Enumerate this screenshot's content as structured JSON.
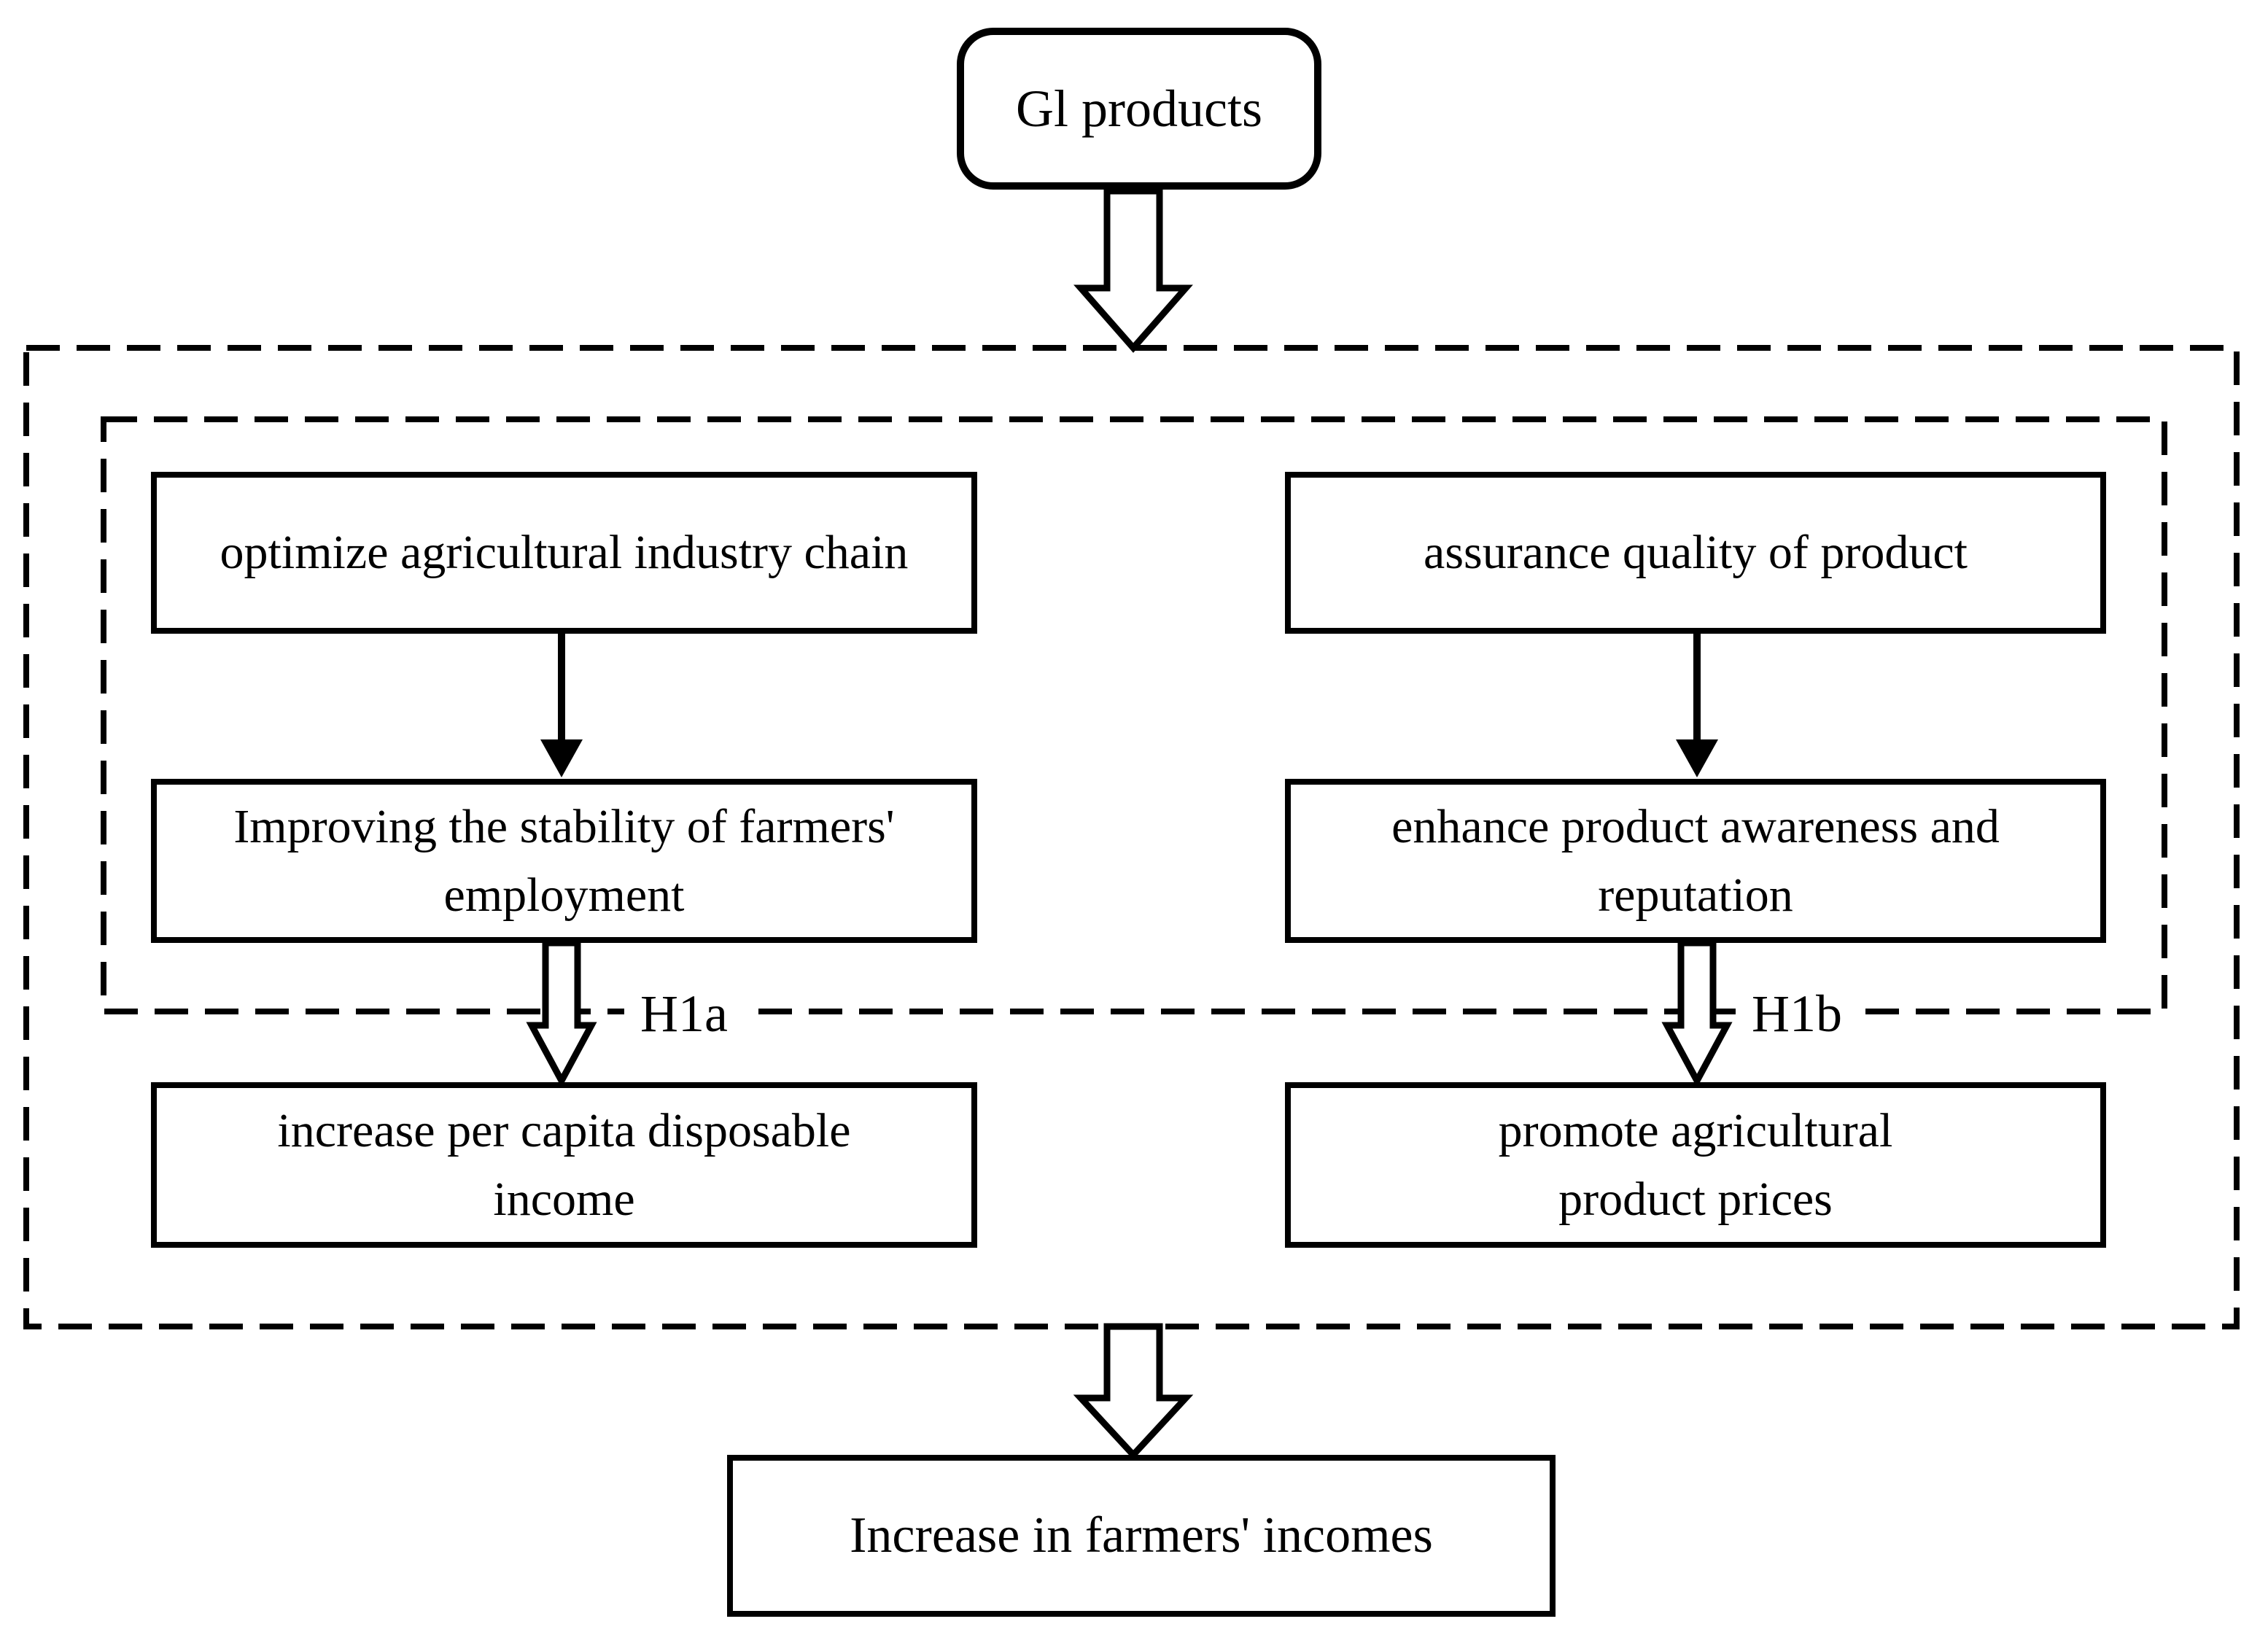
{
  "diagram": {
    "source": {
      "label": "Gl products"
    },
    "mechanisms": {
      "row1_left": {
        "label": "optimize agricultural industry chain"
      },
      "row1_right": {
        "label": "assurance quality of product"
      },
      "row2_left": {
        "label": "Improving the stability of farmers'\nemployment"
      },
      "row2_right": {
        "label": "enhance product awareness and\nreputation"
      }
    },
    "outcomes": {
      "row3_left": {
        "label": "increase per capita disposable\nincome"
      },
      "row3_right": {
        "label": "promote agricultural\nproduct prices"
      }
    },
    "hypotheses": {
      "h1a": "H1a",
      "h1b": "H1b"
    },
    "final": {
      "label": "Increase in farmers' incomes"
    },
    "icons": {
      "block_arrows": "hollow-down-arrow",
      "thin_arrows": "solid-down-arrow"
    },
    "colors": {
      "line": "#000000",
      "background": "#ffffff"
    }
  }
}
